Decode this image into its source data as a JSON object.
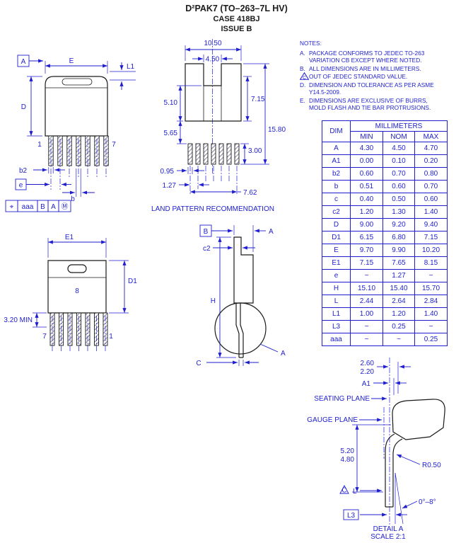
{
  "colors": {
    "accent_blue": "#1e1ecf",
    "line_black": "#1a1a1a",
    "background": "#ffffff"
  },
  "header": {
    "line1": "D²PAK7 (TO–263–7L HV)",
    "line2": "CASE 418BJ",
    "line3": "ISSUE B"
  },
  "notes": {
    "heading": "NOTES:",
    "a_label": "A.",
    "a_text": "PACKAGE CONFORMS TO JEDEC TO-263\nVARIATION CB EXCEPT WHERE NOTED.",
    "b_label": "B.",
    "b_text": "ALL DIMENSIONS ARE IN MILLIMETERS.",
    "c_flag": "C",
    "c_text": "OUT OF JEDEC STANDARD VALUE.",
    "d_label": "D.",
    "d_text": "DIMENSION AND TOLERANCE AS PER ASME\nY14.5-2009.",
    "e_label": "E.",
    "e_text": "DIMENSIONS ARE EXCLUSIVE OF BURRS,\nMOLD FLASH AND TIE BAR PROTRUSIONS."
  },
  "table": {
    "col_dim": "DIM",
    "col_group": "MILLIMETERS",
    "col_min": "MIN",
    "col_nom": "NOM",
    "col_max": "MAX",
    "rows": [
      {
        "dim": "A",
        "min": "4.30",
        "nom": "4.50",
        "max": "4.70"
      },
      {
        "dim": "A1",
        "min": "0.00",
        "nom": "0.10",
        "max": "0.20"
      },
      {
        "dim": "b2",
        "min": "0.60",
        "nom": "0.70",
        "max": "0.80"
      },
      {
        "dim": "b",
        "min": "0.51",
        "nom": "0.60",
        "max": "0.70"
      },
      {
        "dim": "c",
        "min": "0.40",
        "nom": "0.50",
        "max": "0.60"
      },
      {
        "dim": "c2",
        "min": "1.20",
        "nom": "1.30",
        "max": "1.40"
      },
      {
        "dim": "D",
        "min": "9.00",
        "nom": "9.20",
        "max": "9.40"
      },
      {
        "dim": "D1",
        "min": "6.15",
        "nom": "6.80",
        "max": "7.15"
      },
      {
        "dim": "E",
        "min": "9.70",
        "nom": "9.90",
        "max": "10.20"
      },
      {
        "dim": "E1",
        "min": "7.15",
        "nom": "7.65",
        "max": "8.15"
      },
      {
        "dim": "e",
        "min": "~",
        "nom": "1.27",
        "max": "~"
      },
      {
        "dim": "H",
        "min": "15.10",
        "nom": "15.40",
        "max": "15.70"
      },
      {
        "dim": "L",
        "min": "2.44",
        "nom": "2.64",
        "max": "2.84"
      },
      {
        "dim": "L1",
        "min": "1.00",
        "nom": "1.20",
        "max": "1.40"
      },
      {
        "dim": "L3",
        "min": "~",
        "nom": "0.25",
        "max": "~"
      },
      {
        "dim": "aaa",
        "min": "~",
        "nom": "~",
        "max": "0.25"
      }
    ]
  },
  "front_view": {
    "datum_a": "A",
    "dim_e": "E",
    "dim_l1": "L1",
    "dim_d": "D",
    "pin_first": "1",
    "pin_last": "7",
    "dim_b2": "b2",
    "dim_e_pitch": "e",
    "dim_b": "b",
    "fcf_symbol": "⌖",
    "fcf_tolerance": "aaa",
    "fcf_datum_b": "B",
    "fcf_datum_a": "A",
    "fcf_modifier": "Ⓜ"
  },
  "rear_view": {
    "dim_width": "10.50",
    "dim_notch": "4.50",
    "dim_510": "5.10",
    "dim_565": "5.65",
    "dim_715": "7.15",
    "dim_1580": "15.80",
    "dim_pad_len": "3.00",
    "dim_pad_w": "0.95",
    "dim_pitch": "1.27",
    "dim_span": "7.62",
    "caption": "LAND PATTERN RECOMMENDATION"
  },
  "bottom_view": {
    "dim_e1": "E1",
    "dim_d1": "D1",
    "pin_tab": "8",
    "dim_min": "3.20 MIN",
    "pin_left": "7",
    "pin_right": "1"
  },
  "side_view": {
    "datum_b": "B",
    "dim_a": "A",
    "dim_c2": "c2",
    "dim_h": "H",
    "dim_c": "C",
    "detail_ref": "A"
  },
  "detail_a": {
    "dim_260": "2.60",
    "dim_220": "2.20",
    "dim_a1": "A1",
    "seating_plane": "SEATING PLANE",
    "gauge_plane": "GAUGE PLANE",
    "dim_520": "5.20",
    "dim_480": "4.80",
    "radius": "R0.50",
    "flag_c": "C",
    "dim_l": "L",
    "angle": "0°–8°",
    "dim_l3": "L3",
    "title": "DETAIL A",
    "scale": "SCALE 2:1"
  }
}
